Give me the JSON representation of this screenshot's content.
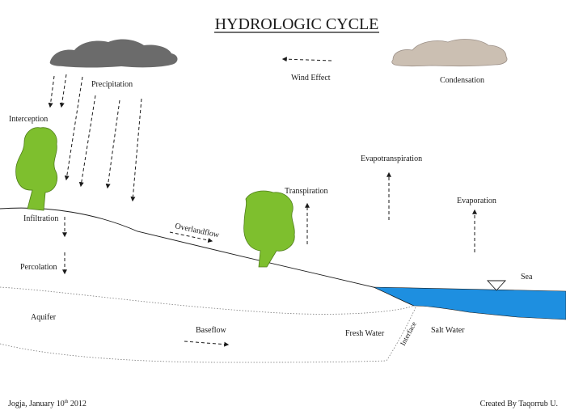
{
  "title": "HYDROLOGIC CYCLE",
  "labels": {
    "precipitation": "Precipitation",
    "interception": "Interception",
    "infiltration": "Infiltration",
    "percolation": "Percolation",
    "aquifer": "Aquifer",
    "baseflow": "Baseflow",
    "overlandflow": "Overlandflow",
    "transpiration": "Transpiration",
    "evapotranspiration": "Evapotranspiration",
    "evaporation": "Evaporation",
    "condensation": "Condensation",
    "wind_effect": "Wind Effect",
    "sea": "Sea",
    "fresh_water": "Fresh Water",
    "salt_water": "Salt Water",
    "interface": "Interface"
  },
  "footer": {
    "date_prefix": "Jogja, January 10",
    "date_sup": "th",
    "date_year": " 2012",
    "credit": "Created By Taqorrub U."
  },
  "colors": {
    "rain_cloud": "#6b6b6b",
    "condensation_cloud": "#cbbfb2",
    "tree": "#7ebf2e",
    "sea": "#1e8fe0",
    "line": "#1a1a1a"
  }
}
